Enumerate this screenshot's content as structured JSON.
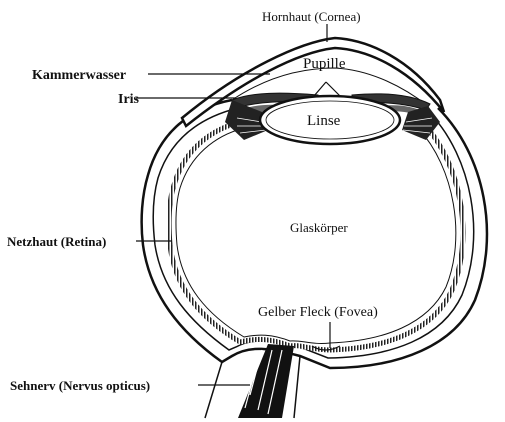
{
  "labels": {
    "hornhaut": "Hornhaut (Cornea)",
    "pupille": "Pupille",
    "kammerwasser": "Kammerwasser",
    "iris": "Iris",
    "linse": "Linse",
    "glaskoerper": "Glaskörper",
    "netzhaut": "Netzhaut (Retina)",
    "fovea": "Gelber Fleck (Fovea)",
    "sehnerv": "Sehnerv (Nervus opticus)"
  }
}
